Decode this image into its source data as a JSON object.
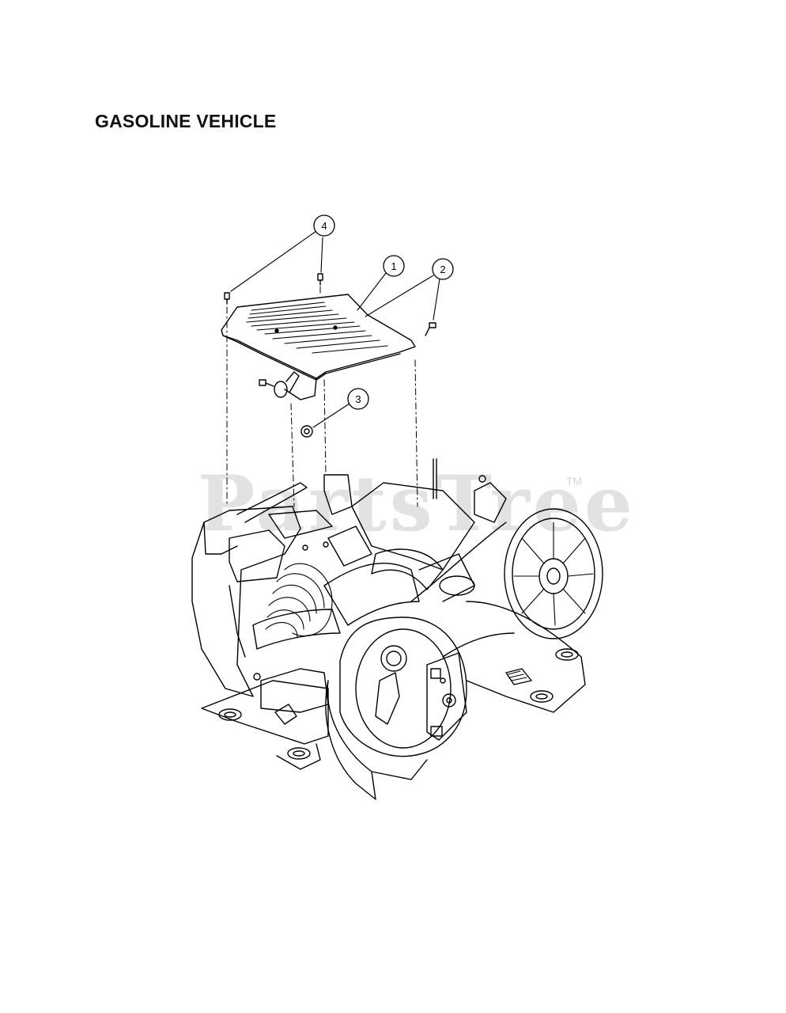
{
  "page": {
    "title": "GASOLINE VEHICLE",
    "watermark": "PartsTree",
    "trademark": "TM"
  },
  "callouts": [
    {
      "id": "callout-1",
      "label": "1"
    },
    {
      "id": "callout-2",
      "label": "2"
    },
    {
      "id": "callout-3",
      "label": "3"
    },
    {
      "id": "callout-4",
      "label": "4"
    }
  ],
  "colors": {
    "line": "#000000",
    "watermark": "#e2e2e2",
    "background": "#ffffff"
  }
}
